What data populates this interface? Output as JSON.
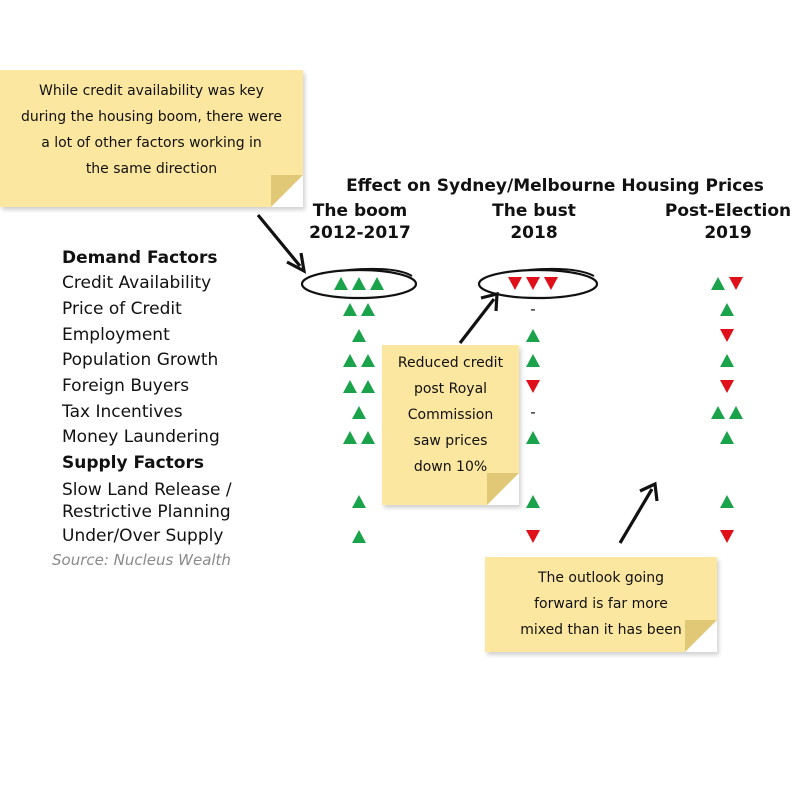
{
  "title": "Effect on Sydney/Melbourne Housing Prices",
  "columns": [
    {
      "label": "The boom",
      "period": "2012-2017"
    },
    {
      "label": "The bust",
      "period": "2018"
    },
    {
      "label": "Post-Election",
      "period": "2019"
    }
  ],
  "sections": {
    "demand": "Demand Factors",
    "supply": "Supply Factors"
  },
  "rows": [
    {
      "label": "Credit Availability",
      "boom": "up,up,up",
      "bust": "down,down,down",
      "post": "up,down"
    },
    {
      "label": "Price of Credit",
      "boom": "up,up",
      "bust": "-",
      "post": "up"
    },
    {
      "label": "Employment",
      "boom": "up",
      "bust": "up",
      "post": "down"
    },
    {
      "label": "Population Growth",
      "boom": "up,up",
      "bust": "up",
      "post": "up"
    },
    {
      "label": "Foreign Buyers",
      "boom": "up,up",
      "bust": "down",
      "post": "down"
    },
    {
      "label": "Tax Incentives",
      "boom": "up",
      "bust": "-",
      "post": "up,up"
    },
    {
      "label": "Money Laundering",
      "boom": "up,up",
      "bust": "up",
      "post": "up"
    },
    {
      "label": "Slow Land Release /",
      "label2": "Restrictive Planning",
      "boom": "up",
      "bust": "up",
      "post": "up"
    },
    {
      "label": "Under/Over Supply",
      "boom": "up",
      "bust": "down",
      "post": "down"
    }
  ],
  "source": "Source: Nucleus Wealth",
  "notes": {
    "boom_note": [
      "While credit availability was key",
      "during the housing boom, there were",
      "a lot of other factors working in",
      "the same direction"
    ],
    "bust_note": [
      "Reduced credit",
      "post Royal",
      "Commission",
      "saw prices",
      "down 10%"
    ],
    "outlook_note": [
      "The outlook going",
      "forward is far more",
      "mixed than it has been"
    ]
  },
  "colors": {
    "up": "#1aa34a",
    "down": "#e0101a",
    "note": "#fbe7a0",
    "source": "#8a8a8a"
  }
}
